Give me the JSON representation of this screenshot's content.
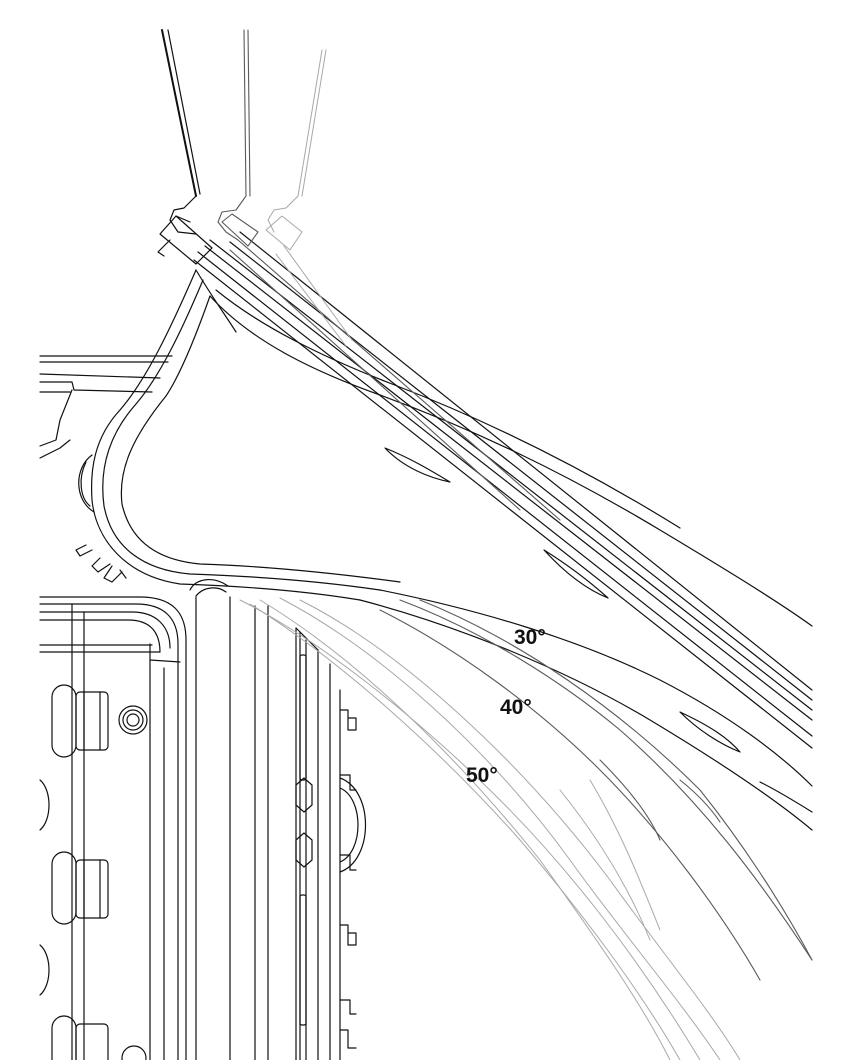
{
  "drawing": {
    "angle_labels": [
      "30°",
      "40°",
      "50°"
    ],
    "colors": {
      "line": "#111111",
      "mid": "#5a5a5a",
      "ghost": "#a8a8a8",
      "background": "#ffffff"
    }
  }
}
